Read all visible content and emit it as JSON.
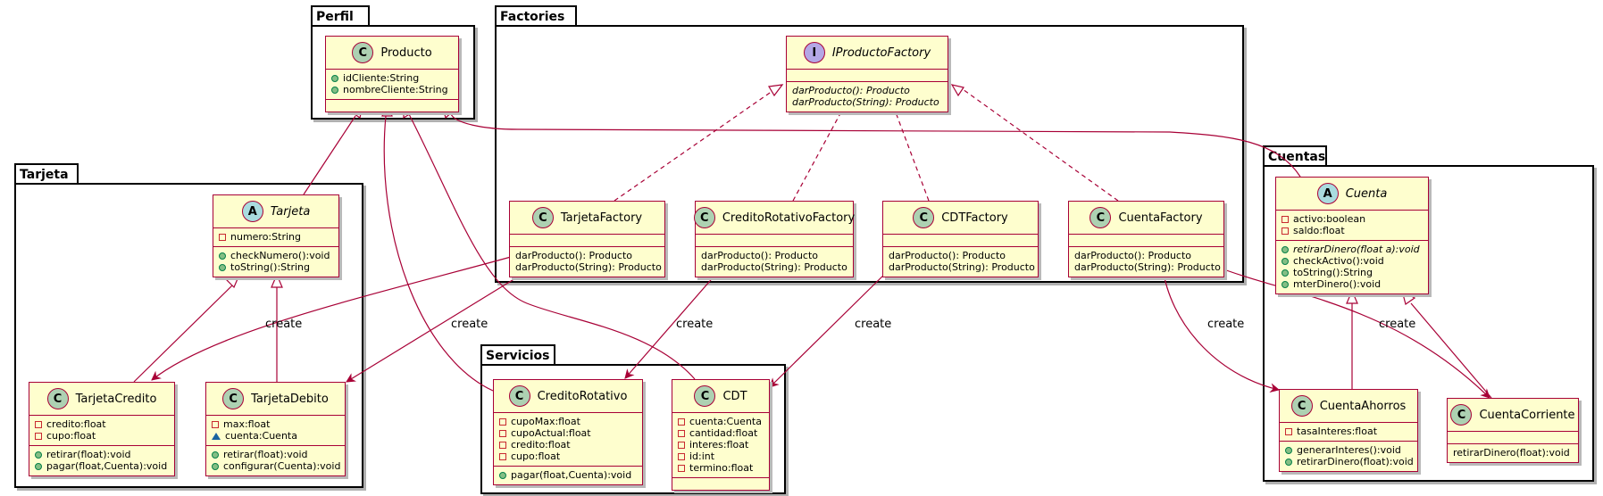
{
  "packages": {
    "perfil": "Perfil",
    "factories": "Factories",
    "tarjeta": "Tarjeta",
    "servicios": "Servicios",
    "cuentas": "Cuentas"
  },
  "classes": {
    "producto": {
      "stereotype": "C",
      "name": "Producto",
      "fields": [
        {
          "vis": "+",
          "text": "idCliente:String"
        },
        {
          "vis": "+",
          "text": "nombreCliente:String"
        }
      ],
      "methods": []
    },
    "iproductofactory": {
      "stereotype": "I",
      "name": "IProductoFactory",
      "italic": true,
      "fields": [],
      "methods": [
        {
          "vis": "",
          "text": "darProducto(): Producto",
          "italic": true
        },
        {
          "vis": "",
          "text": "darProducto(String): Producto",
          "italic": true
        }
      ]
    },
    "tarjetafactory": {
      "stereotype": "C",
      "name": "TarjetaFactory",
      "fields": [],
      "methods": [
        {
          "vis": "",
          "text": "darProducto(): Producto"
        },
        {
          "vis": "",
          "text": "darProducto(String): Producto"
        }
      ]
    },
    "creditorotativofactory": {
      "stereotype": "C",
      "name": "CreditoRotativoFactory",
      "fields": [],
      "methods": [
        {
          "vis": "",
          "text": "darProducto(): Producto"
        },
        {
          "vis": "",
          "text": "darProducto(String): Producto"
        }
      ]
    },
    "cdtfactory": {
      "stereotype": "C",
      "name": "CDTFactory",
      "fields": [],
      "methods": [
        {
          "vis": "",
          "text": "darProducto(): Producto"
        },
        {
          "vis": "",
          "text": "darProducto(String): Producto"
        }
      ]
    },
    "cuentafactory": {
      "stereotype": "C",
      "name": "CuentaFactory",
      "fields": [],
      "methods": [
        {
          "vis": "",
          "text": "darProducto(): Producto"
        },
        {
          "vis": "",
          "text": "darProducto(String): Producto"
        }
      ]
    },
    "tarjeta": {
      "stereotype": "A",
      "name": "Tarjeta",
      "italic": true,
      "fields": [
        {
          "vis": "-",
          "text": "numero:String"
        }
      ],
      "methods": [
        {
          "vis": "+",
          "text": "checkNumero():void"
        },
        {
          "vis": "+",
          "text": "toString():String"
        }
      ]
    },
    "tarjetacredito": {
      "stereotype": "C",
      "name": "TarjetaCredito",
      "fields": [
        {
          "vis": "-",
          "text": "credito:float"
        },
        {
          "vis": "-",
          "text": "cupo:float"
        }
      ],
      "methods": [
        {
          "vis": "+",
          "text": "retirar(float):void"
        },
        {
          "vis": "+",
          "text": "pagar(float,Cuenta):void"
        }
      ]
    },
    "tarjetadebito": {
      "stereotype": "C",
      "name": "TarjetaDebito",
      "fields": [
        {
          "vis": "-",
          "text": "max:float"
        },
        {
          "vis": "~",
          "text": "cuenta:Cuenta"
        }
      ],
      "methods": [
        {
          "vis": "+",
          "text": "retirar(float):void"
        },
        {
          "vis": "+",
          "text": "configurar(Cuenta):void"
        }
      ]
    },
    "creditorotativo": {
      "stereotype": "C",
      "name": "CreditoRotativo",
      "fields": [
        {
          "vis": "-",
          "text": "cupoMax:float"
        },
        {
          "vis": "-",
          "text": "cupoActual:float"
        },
        {
          "vis": "-",
          "text": "credito:float"
        },
        {
          "vis": "-",
          "text": "cupo:float"
        }
      ],
      "methods": [
        {
          "vis": "+",
          "text": "pagar(float,Cuenta):void"
        }
      ]
    },
    "cdt": {
      "stereotype": "C",
      "name": "CDT",
      "fields": [
        {
          "vis": "-",
          "text": "cuenta:Cuenta"
        },
        {
          "vis": "-",
          "text": "cantidad:float"
        },
        {
          "vis": "-",
          "text": "interes:float"
        },
        {
          "vis": "-",
          "text": "id:int"
        },
        {
          "vis": "-",
          "text": "termino:float"
        }
      ],
      "methods": []
    },
    "cuenta": {
      "stereotype": "A",
      "name": "Cuenta",
      "italic": true,
      "fields": [
        {
          "vis": "-",
          "text": "activo:boolean"
        },
        {
          "vis": "-",
          "text": "saldo:float"
        }
      ],
      "methods": [
        {
          "vis": "+",
          "text": "retirarDinero(float a):void",
          "italic": true
        },
        {
          "vis": "+",
          "text": "checkActivo():void"
        },
        {
          "vis": "+",
          "text": "toString():String"
        },
        {
          "vis": "+",
          "text": "mterDinero():void"
        }
      ]
    },
    "cuentaahorros": {
      "stereotype": "C",
      "name": "CuentaAhorros",
      "fields": [
        {
          "vis": "-",
          "text": "tasaInteres:float"
        }
      ],
      "methods": [
        {
          "vis": "+",
          "text": "generarInteres():void"
        },
        {
          "vis": "+",
          "text": "retirarDinero(float):void"
        }
      ]
    },
    "cuentacorriente": {
      "stereotype": "C",
      "name": "CuentaCorriente",
      "fields": [],
      "methods": [
        {
          "vis": "",
          "text": "retirarDinero(float):void"
        }
      ]
    }
  },
  "edge_labels": {
    "create": "create"
  },
  "colors": {
    "class_fill": "#fefece",
    "class_border": "#a80036",
    "class_circle": "#add1b2",
    "interface_circle": "#b4a7e5",
    "abstract_circle": "#a9dcdf",
    "edge": "#a80036"
  }
}
